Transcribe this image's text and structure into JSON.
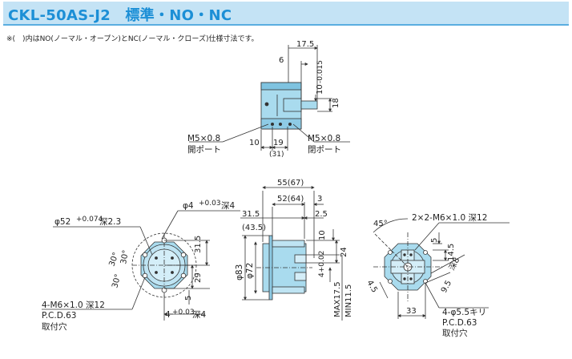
{
  "title": "CKL-50AS-J2　標準・NO・NC",
  "note": "※(　)内はNO(ノーマル・オープン)とNC(ノーマル・クローズ)仕様寸法です。",
  "colors": {
    "title_bg": "#c4e3f5",
    "title_text": "#1c8fd6",
    "body_fill": "#a9dbee",
    "body_dark": "#6fb6d6",
    "line": "#3a3a3a"
  },
  "top_view": {
    "dim_17_5": "17.5",
    "dim_6": "6",
    "dim_bore": "10",
    "dim_bore_tol": "-0.015",
    "dim_18": "18",
    "port_left_thread": "M5×0.8",
    "port_left_label": "開ポート",
    "port_right_thread": "M5×0.8",
    "port_right_label": "閉ポート",
    "dim_10": "10",
    "dim_19": "19",
    "dim_31": "(31)"
  },
  "left_view": {
    "dia_52": "φ52",
    "dia_52_tol": "+0.074",
    "depth_2_3": "深2.3",
    "dia_4_top": "φ4",
    "dia_4_top_tol": "+0.03",
    "depth_4_top": "深4",
    "dim_31_5": "31.5",
    "dim_29": "29",
    "dim_5": "5",
    "angle_30a": "30°",
    "angle_30b": "30°",
    "angle_30c": "30°",
    "thread_note": "4-M6×1.0 深12",
    "pcd_note": "P.C.D.63",
    "mount_label": "取付穴",
    "dia_4_bottom": "4",
    "dia_4_bottom_tol": "+0.03",
    "depth_4_bottom": "深4"
  },
  "front_view": {
    "dim_55": "55(67)",
    "dim_52": "52(64)",
    "dim_3": "3",
    "dim_31_5": "31.5",
    "dim_43_5": "(43.5)",
    "dim_2_5": "2.5",
    "dim_10": "10",
    "dim_24": "24",
    "dia_83": "φ83",
    "dia_72": "φ72",
    "dim_4_tol": "4+0.02",
    "max_stroke": "MAX17.5",
    "min_stroke": "MIN11.5"
  },
  "right_view": {
    "angle_45": "45°",
    "thread_note": "2×2-M6×1.0 深12",
    "dim_5": "5",
    "dim_14_5": "14.5",
    "depth_8": "深8",
    "dim_9_5": "9.5",
    "dim_4_5": "4.5",
    "dim_33": "33",
    "hole_note": "4-φ5.5キリ",
    "pcd_note": "P.C.D.63",
    "mount_label": "取付穴"
  }
}
